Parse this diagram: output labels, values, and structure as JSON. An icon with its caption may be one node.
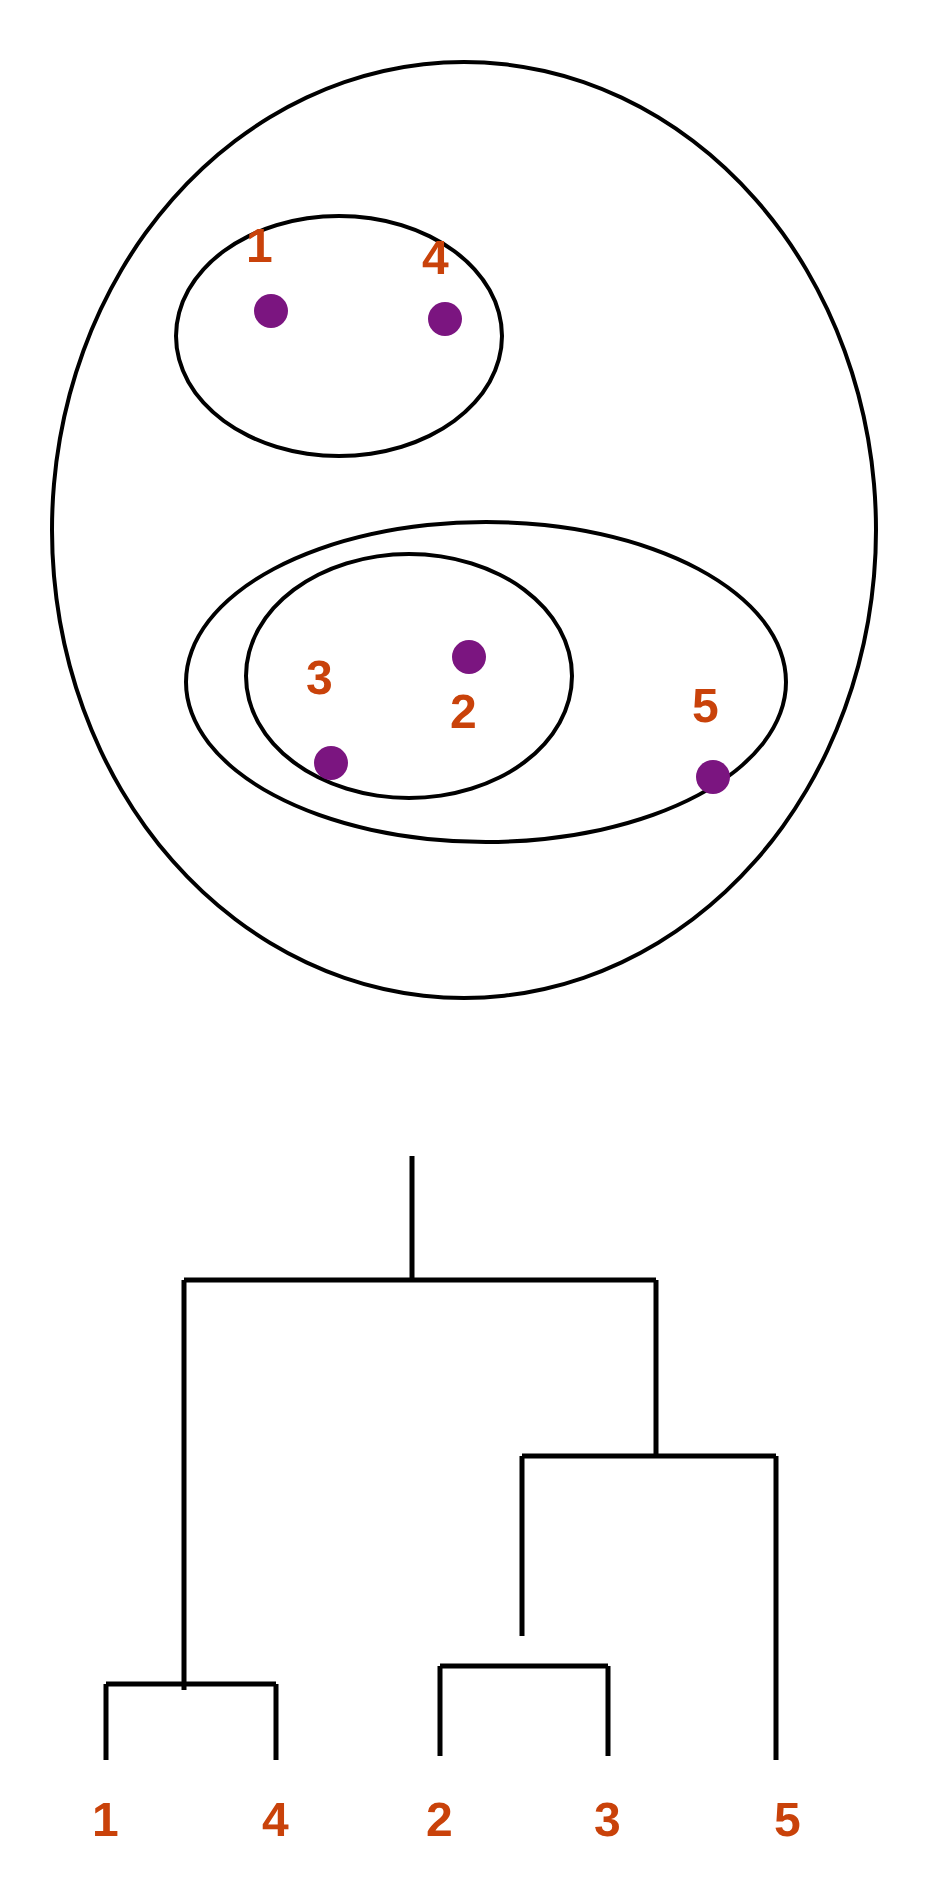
{
  "diagram": {
    "nodes": [
      {
        "text": [],
        "shape": "ellipse"
      },
      {
        "text": [],
        "shape": "circle",
        "in": 0
      },
      {
        "text": [],
        "shape": "dot",
        "in": 1,
        "beside": [
          "1"
        ]
      },
      {
        "text": [],
        "shape": "dot",
        "in": 1,
        "beside": [
          "4"
        ]
      },
      {
        "text": [],
        "shape": "ellipse",
        "in": 0
      },
      {
        "text": [],
        "shape": "circle",
        "in": 4
      },
      {
        "text": [],
        "shape": "dot",
        "in": 5,
        "beside": [
          "2"
        ]
      },
      {
        "text": [],
        "shape": "dot",
        "in": 5,
        "beside": [
          "3"
        ]
      },
      {
        "text": [],
        "shape": "dot",
        "in": 4,
        "beside": [
          "5"
        ]
      }
    ],
    "labels": [
      "1",
      "4",
      "2",
      "3",
      "5"
    ]
  }
}
